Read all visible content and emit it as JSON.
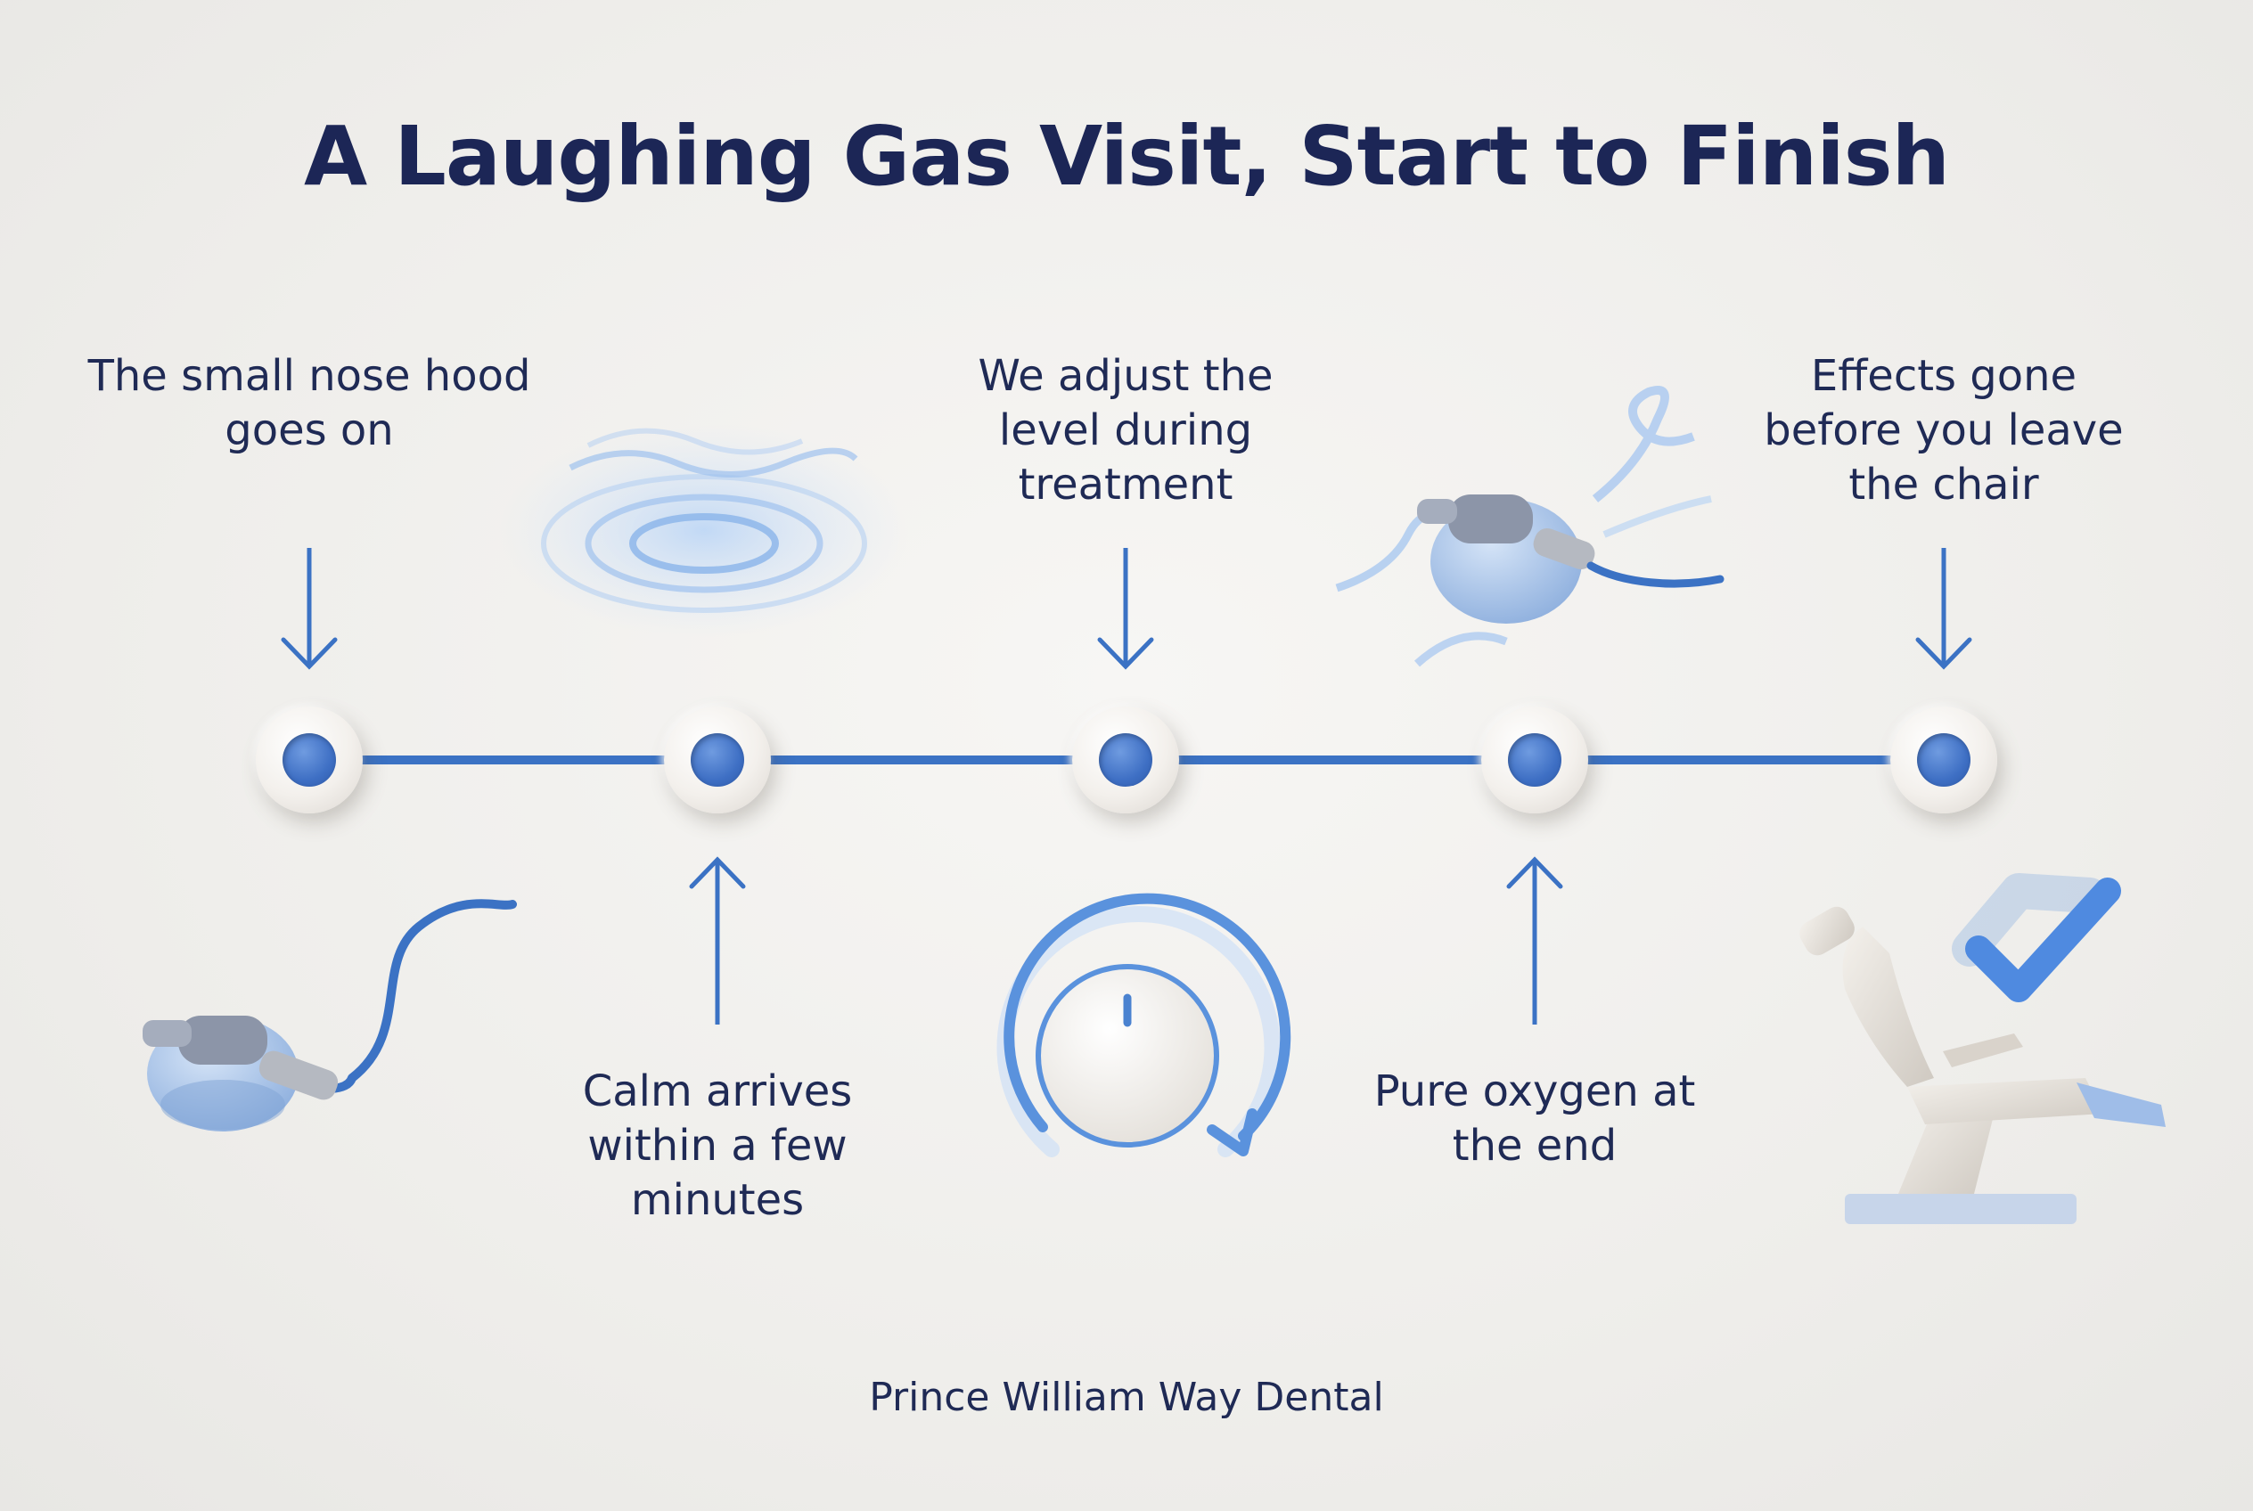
{
  "title": "A Laughing Gas Visit, Start to Finish",
  "steps": [
    {
      "caption": "The small nose hood goes on",
      "position": "top",
      "icon": "nose-hood-icon"
    },
    {
      "caption": "Calm arrives within a few minutes",
      "position": "bottom",
      "icon": "calm-ripple-icon"
    },
    {
      "caption": "We adjust the level during treatment",
      "position": "top",
      "icon": "adjust-dial-icon"
    },
    {
      "caption": "Pure oxygen at the end",
      "position": "bottom",
      "icon": "oxygen-flow-icon"
    },
    {
      "caption": "Effects gone before you leave the chair",
      "position": "top",
      "icon": "dental-chair-check-icon"
    }
  ],
  "footer": "Prince William Way Dental",
  "colors": {
    "accent": "#3b72c4",
    "text": "#1f2a55",
    "background": "#efeeeb"
  }
}
